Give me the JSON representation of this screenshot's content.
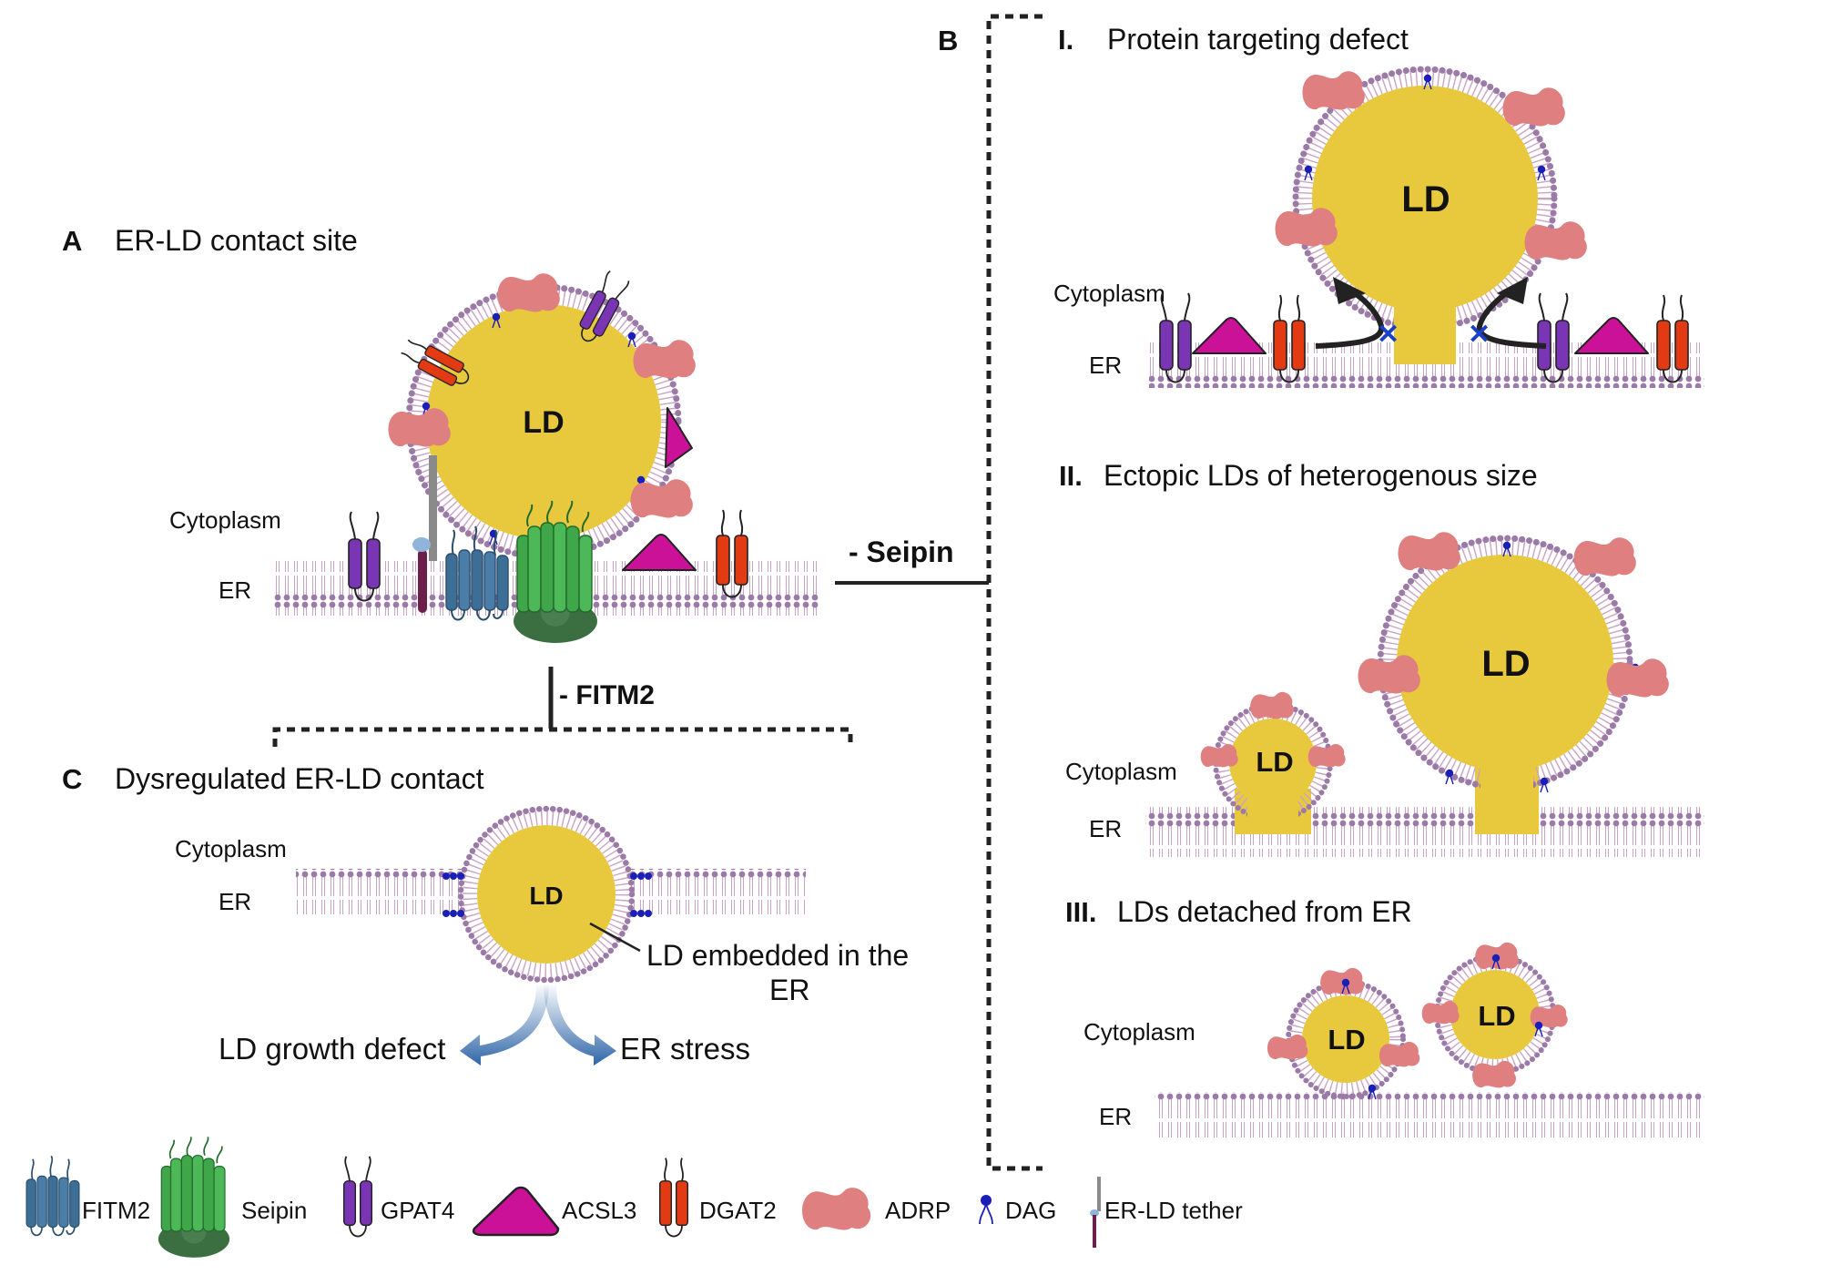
{
  "panelA": {
    "letter": "A",
    "title": "ER-LD contact site",
    "cytoplasm": "Cytoplasm",
    "er": "ER",
    "ld": "LD"
  },
  "panelB": {
    "letter": "B",
    "sub1": {
      "num": "I.",
      "title": "Protein targeting defect",
      "cytoplasm": "Cytoplasm",
      "er": "ER",
      "ld": "LD"
    },
    "sub2": {
      "num": "II.",
      "title": "Ectopic LDs of heterogenous size",
      "cytoplasm": "Cytoplasm",
      "er": "ER",
      "ld_small": "LD",
      "ld_large": "LD"
    },
    "sub3": {
      "num": "III.",
      "title": "LDs detached from ER",
      "cytoplasm": "Cytoplasm",
      "er": "ER",
      "ld1": "LD",
      "ld2": "LD"
    }
  },
  "panelC": {
    "letter": "C",
    "title": "Dysregulated ER-LD contact",
    "cytoplasm": "Cytoplasm",
    "er": "ER",
    "ld": "LD",
    "embedded_line1": "LD embedded in the",
    "embedded_line2": "ER",
    "growth_defect": "LD growth defect",
    "er_stress": "ER stress"
  },
  "connectors": {
    "seipin": "- Seipin",
    "fitm2": "- FITM2"
  },
  "legend": [
    "FITM2",
    "Seipin",
    "GPAT4",
    "ACSL3",
    "DGAT2",
    "ADRP",
    "DAG",
    "ER-LD tether"
  ],
  "colors": {
    "ld_fill": "#E8C93E",
    "lipid_head": "#9C7AA8",
    "er_tail": "#C9A3C4",
    "adrp": "#E07F7F",
    "gpat4": "#7A35B5",
    "acsl3": "#CC1199",
    "dgat2": "#E23A12",
    "fitm2": "#3D6E95",
    "seipin": "#3FA64A",
    "seipin_base": "#3B6F42",
    "dag": "#1A1FB8",
    "tether_grey": "#8A8A8A",
    "tether_dark": "#6B1F4A",
    "arrow_blue": "#2F66A8"
  }
}
